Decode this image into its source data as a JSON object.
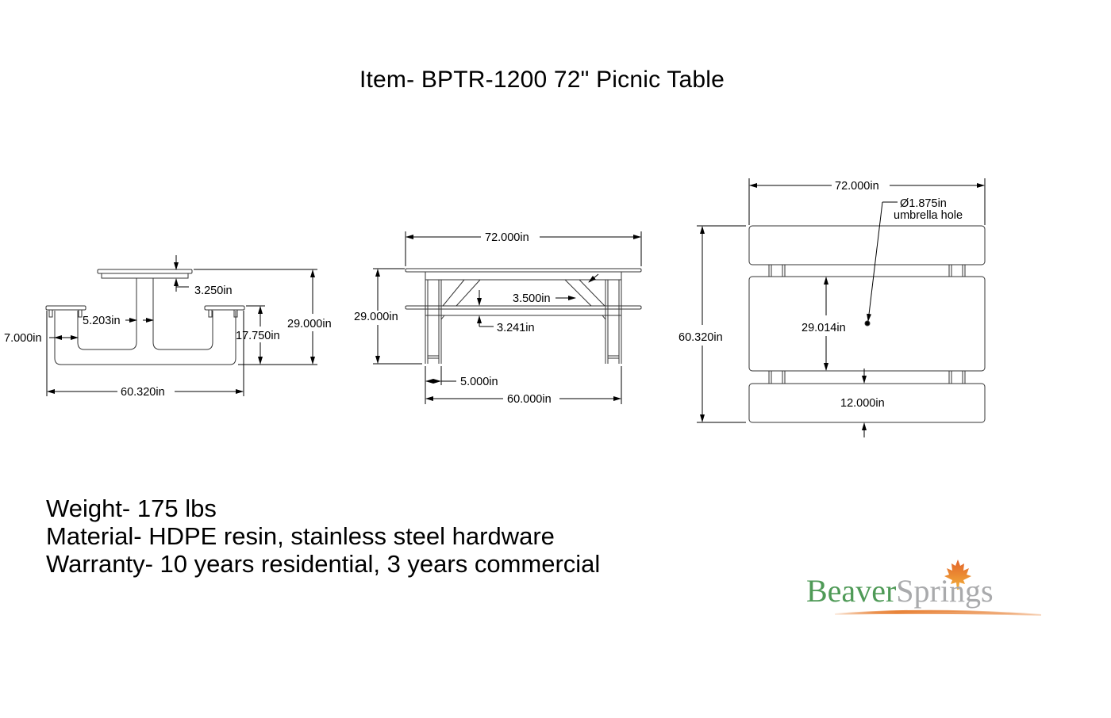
{
  "title": "Item- BPTR-1200 72\" Picnic Table",
  "views": {
    "end_view": {
      "dimensions": {
        "top_thickness": "3.250in",
        "leg_gap": "5.203in",
        "seat_offset": "7.000in",
        "seat_height": "17.750in",
        "overall_height": "29.000in",
        "overall_depth": "60.320in"
      }
    },
    "side_view": {
      "dimensions": {
        "overall_length": "72.000in",
        "overall_height": "29.000in",
        "brace_width": "3.500in",
        "seat_thickness": "3.241in",
        "leg_width": "5.000in",
        "leg_span": "60.000in"
      }
    },
    "top_view": {
      "dimensions": {
        "overall_length": "72.000in",
        "umbrella_hole_diameter": "Ø1.875in",
        "umbrella_hole_label": "umbrella hole",
        "table_top_width": "29.014in",
        "overall_depth": "60.320in",
        "seat_width": "12.000in"
      }
    }
  },
  "specs": {
    "weight": "Weight- 175 lbs",
    "material": "Material- HDPE resin, stainless steel hardware",
    "warranty": "Warranty- 10 years residential, 3 years commercial"
  },
  "logo": {
    "part1": "Beaver",
    "part2": "Springs",
    "colors": {
      "beaver": "#4f9a57",
      "springs": "#a9aaac",
      "swoosh": "#e8843a",
      "leaf": "#e2622a"
    }
  }
}
